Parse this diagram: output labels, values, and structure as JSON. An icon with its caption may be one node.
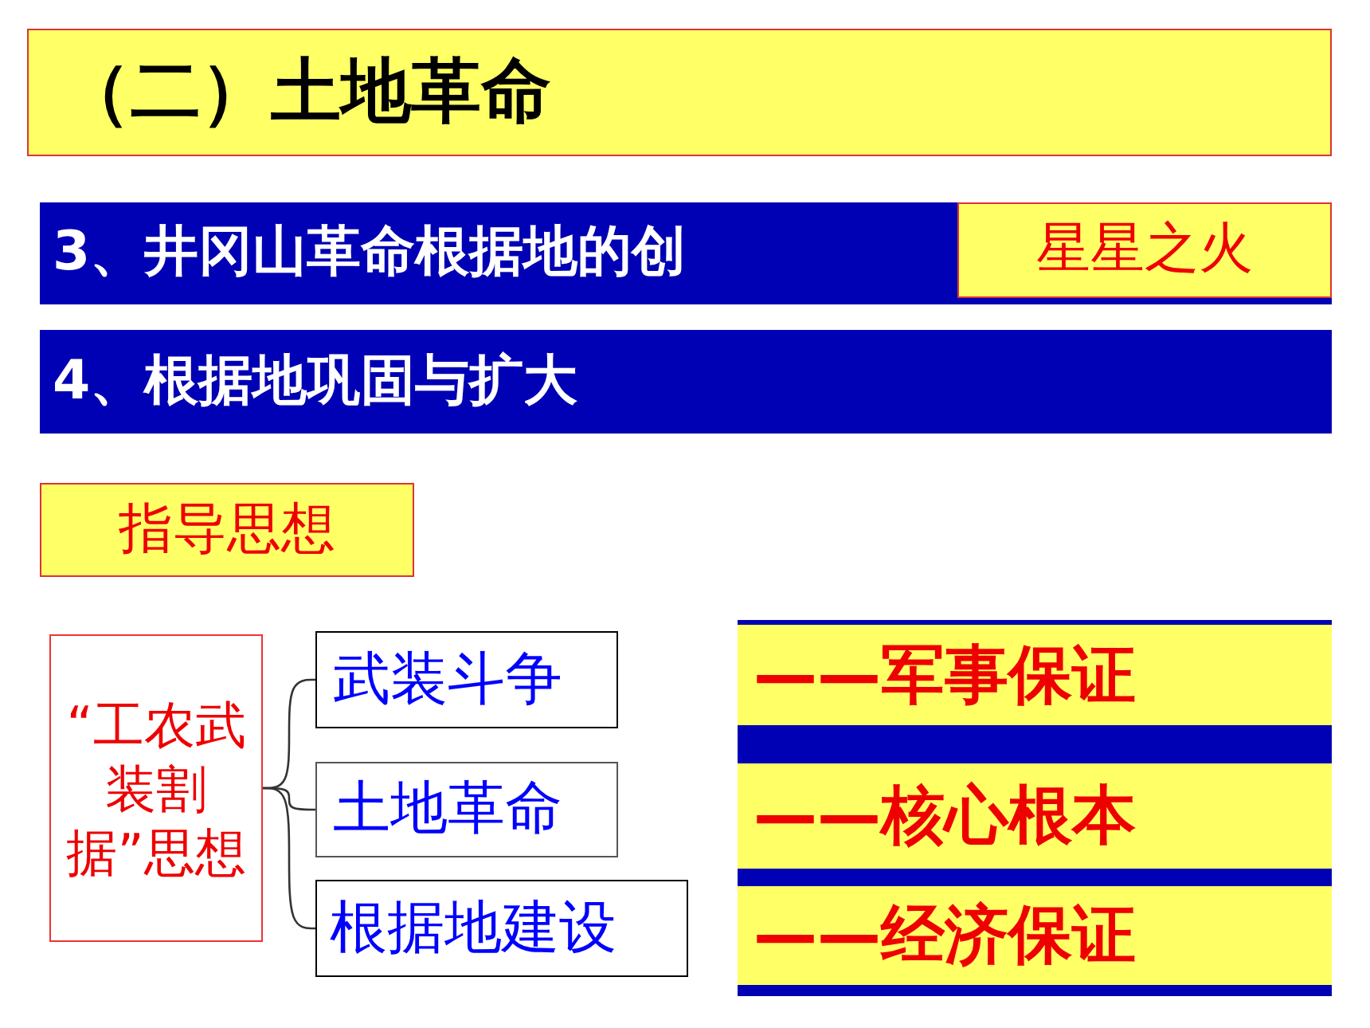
{
  "diagram": {
    "nodes": [
      {
        "text": [
          "（二）土地革命"
        ]
      },
      {
        "text": [
          "3、井冈山革命根据地的创"
        ]
      },
      {
        "text": [
          "星星之火"
        ],
        "in": 1
      },
      {
        "text": [
          "4、根据地巩固与扩大"
        ]
      },
      {
        "text": [
          "指导思想"
        ]
      },
      {
        "text": [
          "“工农武装割据”思想"
        ]
      },
      {
        "text": [
          "武装斗争"
        ]
      },
      {
        "text": [
          "土地革命"
        ]
      },
      {
        "text": [
          "根据地建设"
        ]
      },
      {
        "text": [
          "——军事保证"
        ]
      },
      {
        "text": [
          "——核心根本"
        ]
      },
      {
        "text": [
          "——经济保证"
        ]
      }
    ],
    "edges": [
      {
        "from": 5,
        "to": 6,
        "arrow": "none"
      },
      {
        "from": 5,
        "to": 7,
        "arrow": "none"
      },
      {
        "from": 5,
        "to": 8,
        "arrow": "none"
      }
    ]
  }
}
